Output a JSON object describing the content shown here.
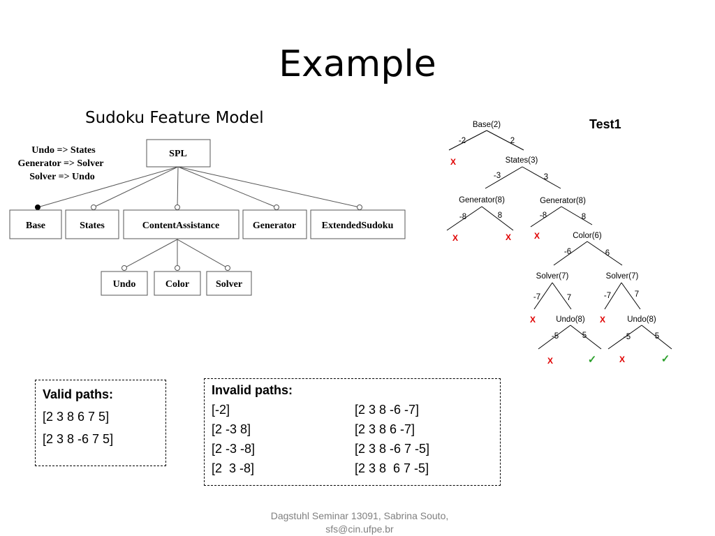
{
  "slide": {
    "title": "Example",
    "subtitle": "Sudoku Feature Model",
    "test_label": "Test1"
  },
  "constraints": [
    "Undo => States",
    "Generator => Solver",
    "Solver => Undo"
  ],
  "feature_model": {
    "root": "SPL",
    "features": {
      "base": "Base",
      "states": "States",
      "content_assistance": "ContentAssistance",
      "generator": "Generator",
      "extended_sudoku": "ExtendedSudoku",
      "undo": "Undo",
      "color": "Color",
      "solver": "Solver"
    }
  },
  "decision_tree": {
    "nodes": {
      "base": "Base(2)",
      "states": "States(3)",
      "generator_a": "Generator(8)",
      "generator_b": "Generator(8)",
      "color": "Color(6)",
      "solver_a": "Solver(7)",
      "solver_b": "Solver(7)",
      "undo_a": "Undo(8)",
      "undo_b": "Undo(8)"
    },
    "edges": {
      "base_neg": "-2",
      "base_pos": "2",
      "states_neg": "-3",
      "states_pos": "3",
      "gen_a_neg": "-8",
      "gen_a_pos": "8",
      "gen_b_neg": "-8",
      "gen_b_pos": "8",
      "color_neg": "-6",
      "color_pos": "6",
      "solver_a_neg": "-7",
      "solver_a_pos": "7",
      "solver_b_neg": "-7",
      "solver_b_pos": "7",
      "undo_a_neg": "-5",
      "undo_a_pos": "5",
      "undo_b_neg": "-5",
      "undo_b_pos": "5"
    },
    "fail_mark": "X",
    "pass_mark": "✓",
    "fail_color": "#e00000",
    "pass_color": "#2ca02c"
  },
  "valid_paths": {
    "heading": "Valid paths:",
    "items": [
      "[2 3 8 6 7 5]",
      "[2 3 8 -6 7 5]"
    ]
  },
  "invalid_paths": {
    "heading": "Invalid paths:",
    "left": [
      "[-2]",
      "[2 -3 8]",
      "[2 -3 -8]",
      "[2  3 -8]"
    ],
    "right": [
      "[2 3 8 -6 -7]",
      "[2 3 8 6 -7]",
      "[2 3 8 -6 7 -5]",
      "[2 3 8  6 7 -5]"
    ]
  },
  "footer": {
    "line1": "Dagstuhl Seminar 13091, Sabrina Souto,",
    "line2": "sfs@cin.ufpe.br"
  }
}
